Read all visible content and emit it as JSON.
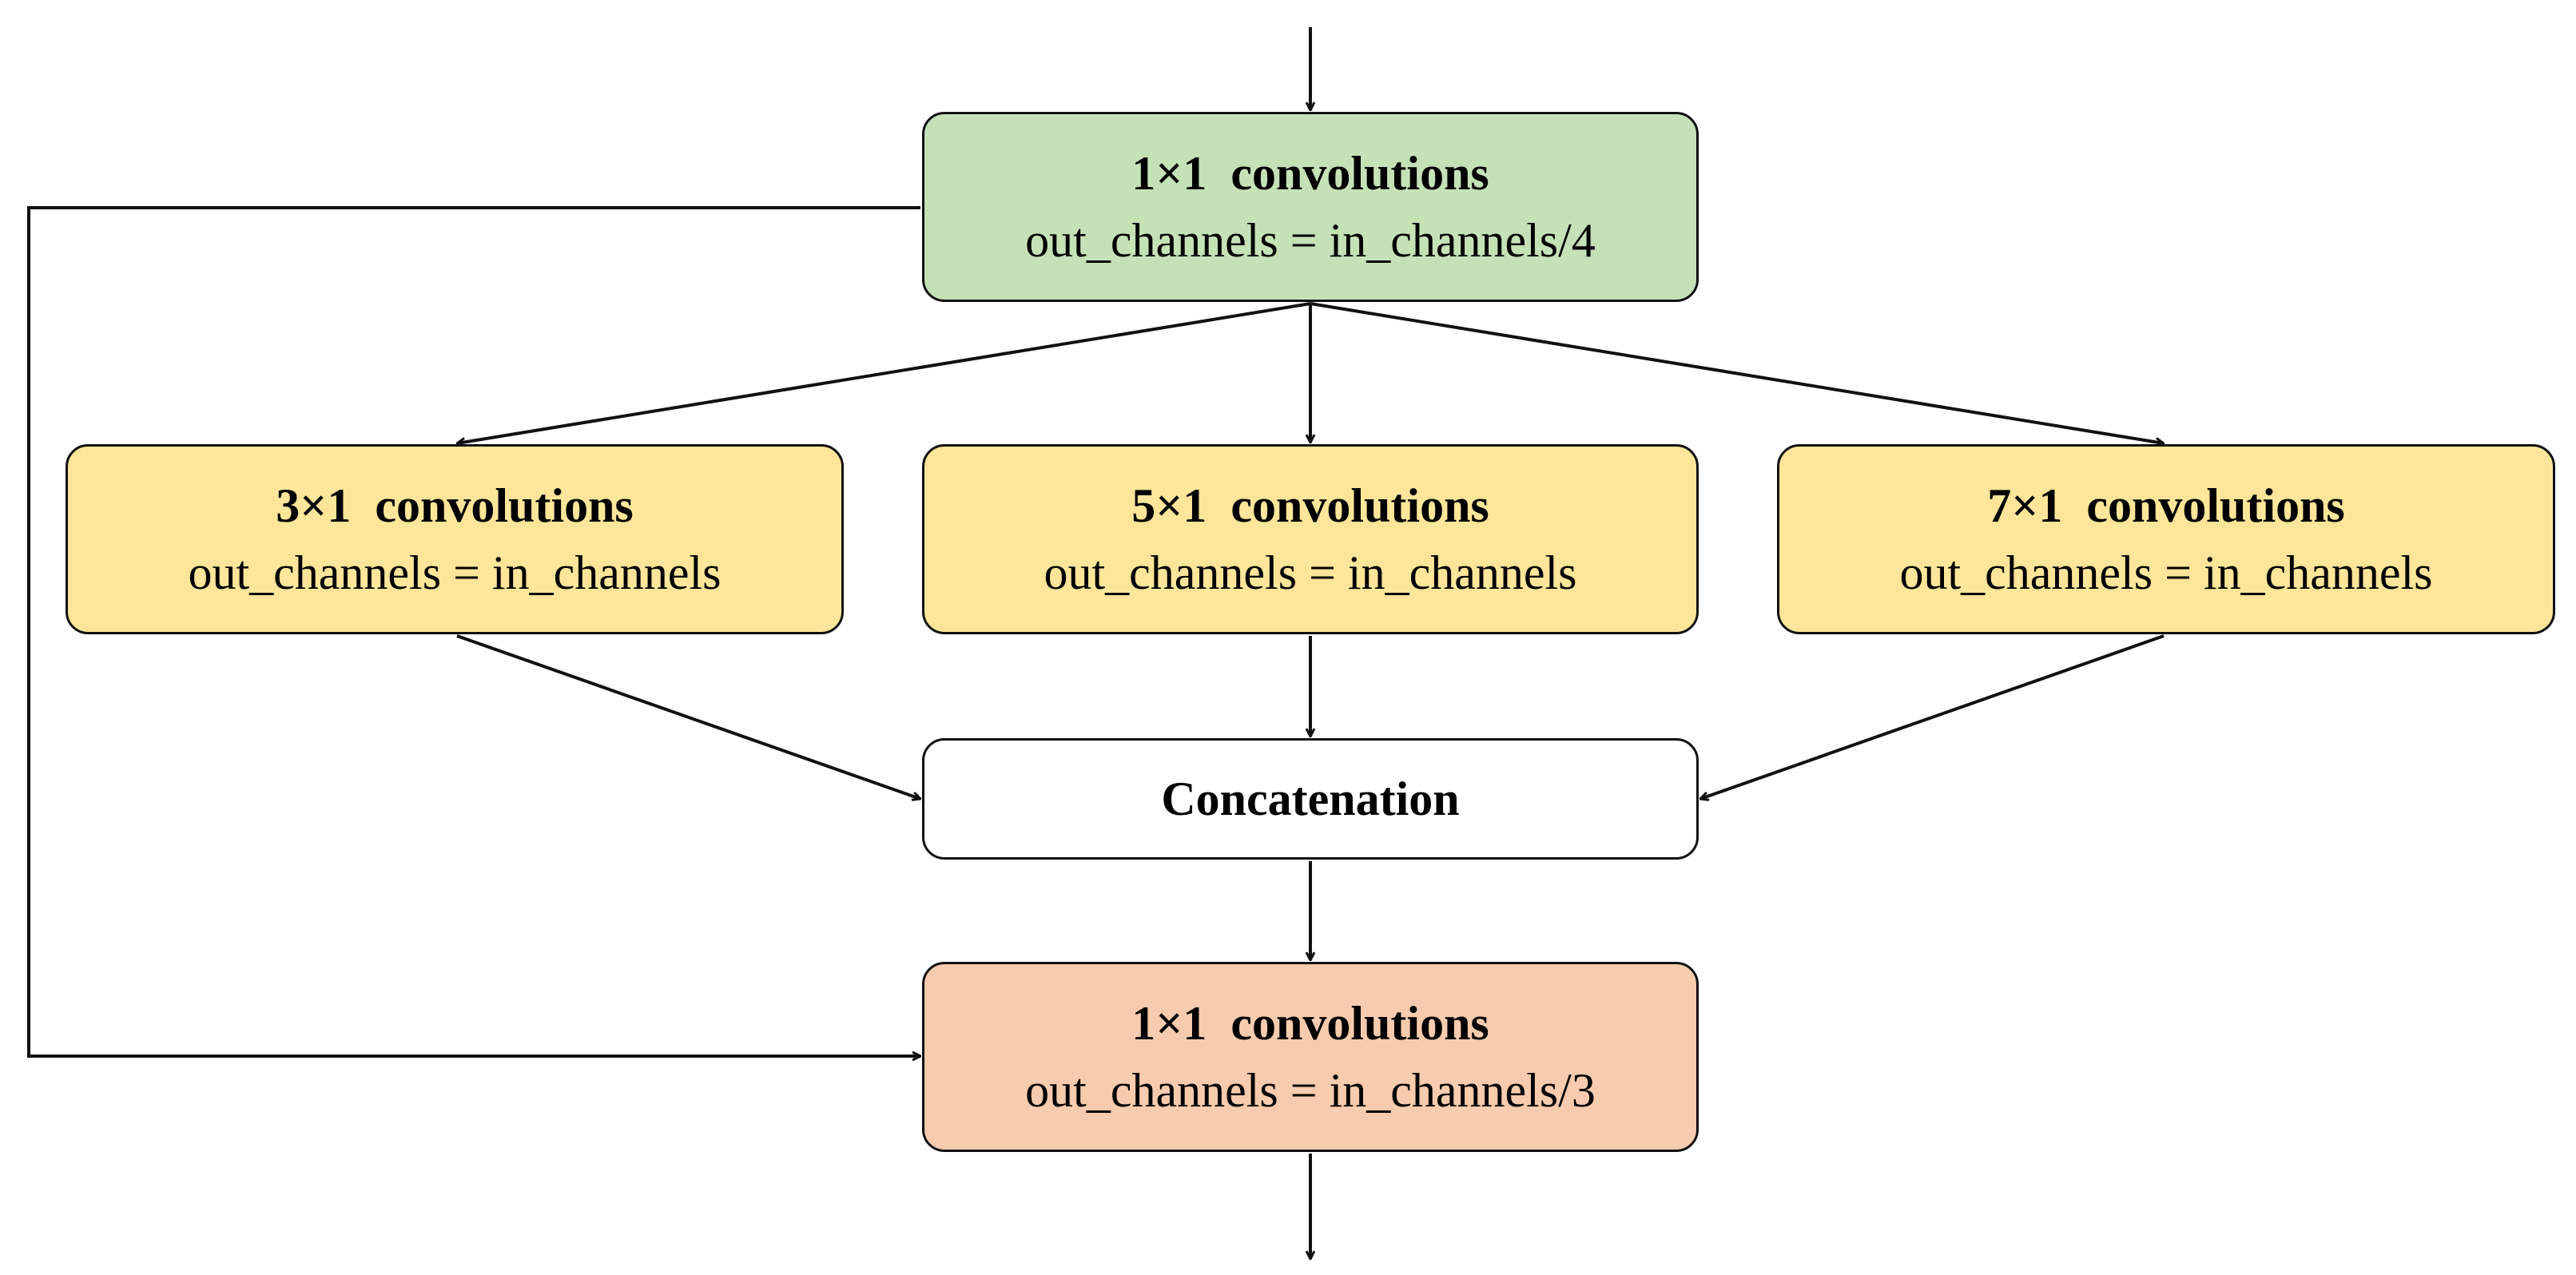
{
  "colors": {
    "input_conv_fill": "#c5e2b7",
    "branch_conv_fill": "#fde599",
    "concat_fill": "#ffffff",
    "output_conv_fill": "#f7cbad",
    "stroke": "#111111"
  },
  "nodes": {
    "input_conv": {
      "title": "1×1  convolutions",
      "subtitle": "out_channels = in_channels/4"
    },
    "branch_3": {
      "title": "3×1  convolutions",
      "subtitle": "out_channels = in_channels"
    },
    "branch_5": {
      "title": "5×1  convolutions",
      "subtitle": "out_channels = in_channels"
    },
    "branch_7": {
      "title": "7×1  convolutions",
      "subtitle": "out_channels = in_channels"
    },
    "concat": {
      "title": "Concatenation"
    },
    "output_conv": {
      "title": "1×1  convolutions",
      "subtitle": "out_channels = in_channels/3"
    }
  },
  "edges": [
    {
      "from": "input",
      "to": "input_conv"
    },
    {
      "from": "input_conv",
      "to": "branch_3"
    },
    {
      "from": "input_conv",
      "to": "branch_5"
    },
    {
      "from": "input_conv",
      "to": "branch_7"
    },
    {
      "from": "branch_3",
      "to": "concat"
    },
    {
      "from": "branch_5",
      "to": "concat"
    },
    {
      "from": "branch_7",
      "to": "concat"
    },
    {
      "from": "concat",
      "to": "output_conv"
    },
    {
      "from": "input_conv",
      "to": "output_conv",
      "type": "skip"
    },
    {
      "from": "output_conv",
      "to": "output"
    }
  ]
}
